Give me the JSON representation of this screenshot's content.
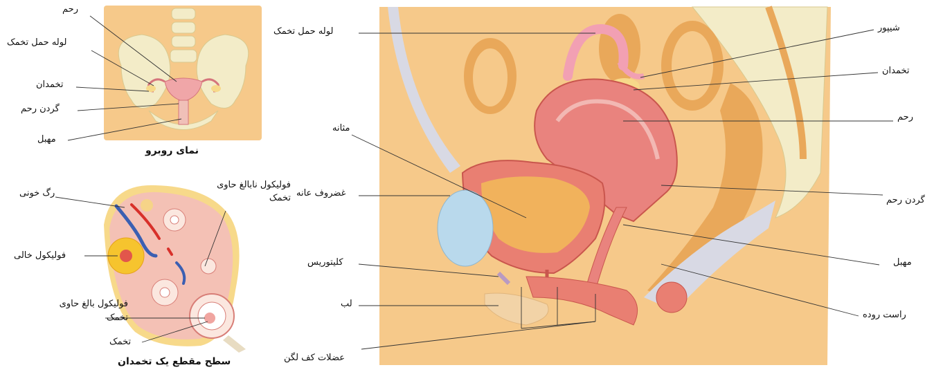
{
  "front_view": {
    "caption": "نمای روبرو",
    "labels": {
      "uterus": "رحم",
      "fallopian_tube": "لوله حمل تخمک",
      "ovary": "تخمدان",
      "cervix": "گردن رحم",
      "vagina": "مهبل"
    }
  },
  "ovary_section": {
    "caption": "سطح مقطع یک تخمدان",
    "labels": {
      "blood_vessel": "رگ خونی",
      "empty_follicle": "فولیکول خالی",
      "immature_follicle": "فولیکول  نابالغ حاوی تخمک",
      "mature_follicle": "فولیکول بالغ حاوی تخمک",
      "egg": "تخمک"
    }
  },
  "side_view": {
    "labels": {
      "fallopian_tube": "لوله حمل تخمک",
      "bladder": "مثانه",
      "pubic_bone": "غضروف عانه",
      "clitoris": "کلیتوریس",
      "labia": "لب",
      "pelvic_floor_muscles": "عضلات کف لگن",
      "fimbriae": "شیپور",
      "ovary": "تخمدان",
      "uterus": "رحم",
      "cervix": "گردن رحم",
      "vagina": "مهبل",
      "rectum": "راست روده"
    }
  },
  "colors": {
    "skin": "#f6c98a",
    "skin_dark": "#e9a85a",
    "bone": "#f3ecc8",
    "uterus": "#e9837e",
    "bladder_wall": "#e97f72",
    "bladder_inner": "#f1b25c",
    "pubic_bone": "#b9d9ec",
    "ovary": "#f7d98a",
    "vessel_blue": "#3b5fb2",
    "vessel_red": "#d8302a"
  }
}
